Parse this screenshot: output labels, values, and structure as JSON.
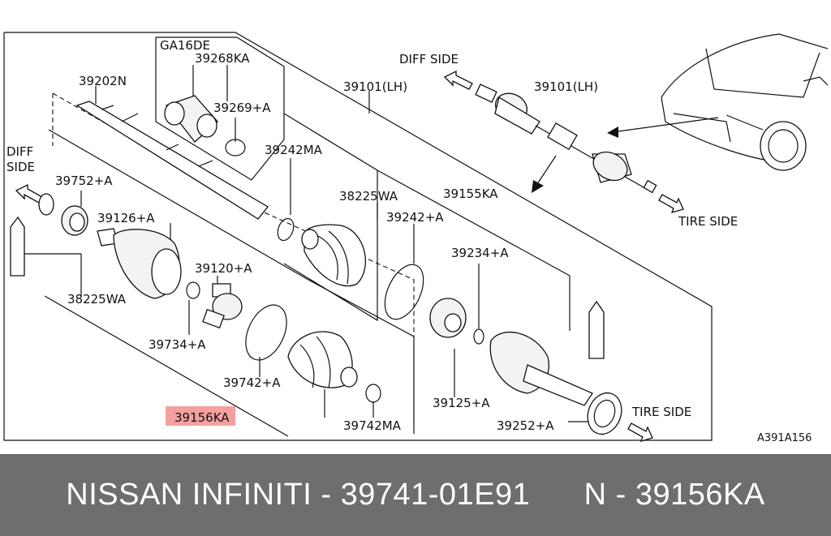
{
  "labels": {
    "ga16de": "GA16DE",
    "p39268ka": "39268KA",
    "p39269a": "39269+A",
    "p39202n": "39202N",
    "p39101lh_a": "39101(LH)",
    "p39101lh_b": "39101(LH)",
    "p39242ma": "39242MA",
    "p38225wa_a": "38225WA",
    "p38225wa_b": "38225WA",
    "p39242a": "39242+A",
    "p39155ka": "39155KA",
    "p39752a": "39752+A",
    "p39126a": "39126+A",
    "p39120a": "39120+A",
    "p39234a": "39234+A",
    "p39734a": "39734+A",
    "p39742a": "39742+A",
    "p39156ka": "39156KA",
    "p39742ma": "39742MA",
    "p39125a": "39125+A",
    "p39252a": "39252+A",
    "diff_side_top": "DIFF SIDE",
    "diff_side_left_1": "DIFF",
    "diff_side_left_2": "SIDE",
    "tire_side_top": "TIRE SIDE",
    "tire_side_bottom": "TIRE SIDE",
    "ref_code": "A391A156"
  },
  "highlight_color": "#f08080",
  "footer": {
    "text": "NISSAN INFINITI - 39741-01E91      N - 39156KA"
  }
}
